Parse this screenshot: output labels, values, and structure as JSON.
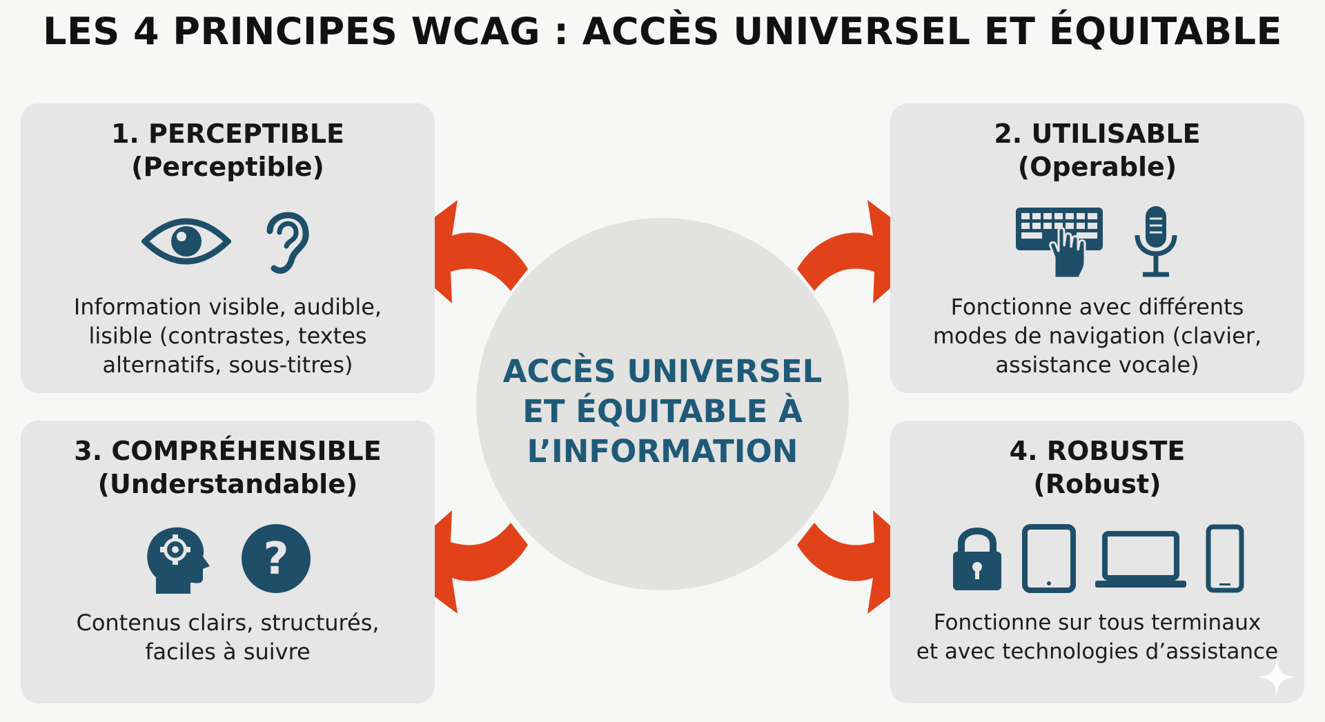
{
  "title": "LES 4 PRINCIPES WCAG : ACCÈS UNIVERSEL ET ÉQUITABLE",
  "center": {
    "lines": [
      "ACCÈS UNIVERSEL",
      "ET ÉQUITABLE À",
      "L’INFORMATION"
    ]
  },
  "principles": [
    {
      "title": "1. PERCEPTIBLE",
      "subtitle": "(Perceptible)",
      "icons": [
        "eye-icon",
        "ear-icon"
      ],
      "description": [
        "Information visible, audible,",
        "lisible (contrastes, textes",
        "alternatifs, sous-titres)"
      ]
    },
    {
      "title": "2. UTILISABLE",
      "subtitle": "(Operable)",
      "icons": [
        "keyboard-hand-icon",
        "microphone-icon"
      ],
      "description": [
        "Fonctionne avec différents",
        "modes de navigation (clavier,",
        "assistance vocale)"
      ]
    },
    {
      "title": "3. COMPRÉHENSIBLE",
      "subtitle": "(Understandable)",
      "icons": [
        "head-gear-icon",
        "question-icon"
      ],
      "description": [
        "Contenus clairs, structurés,",
        "faciles à suivre"
      ]
    },
    {
      "title": "4. ROBUSTE",
      "subtitle": "(Robust)",
      "icons": [
        "lock-icon",
        "tablet-icon",
        "laptop-icon",
        "phone-icon"
      ],
      "description": [
        "Fonctionne sur tous terminaux",
        "et avec technologies d’assistance"
      ]
    }
  ],
  "colors": {
    "arrow": "#e2421a",
    "icon": "#1f4e68",
    "center_text": "#1f5a78",
    "card_bg": "#e6e6e6"
  }
}
